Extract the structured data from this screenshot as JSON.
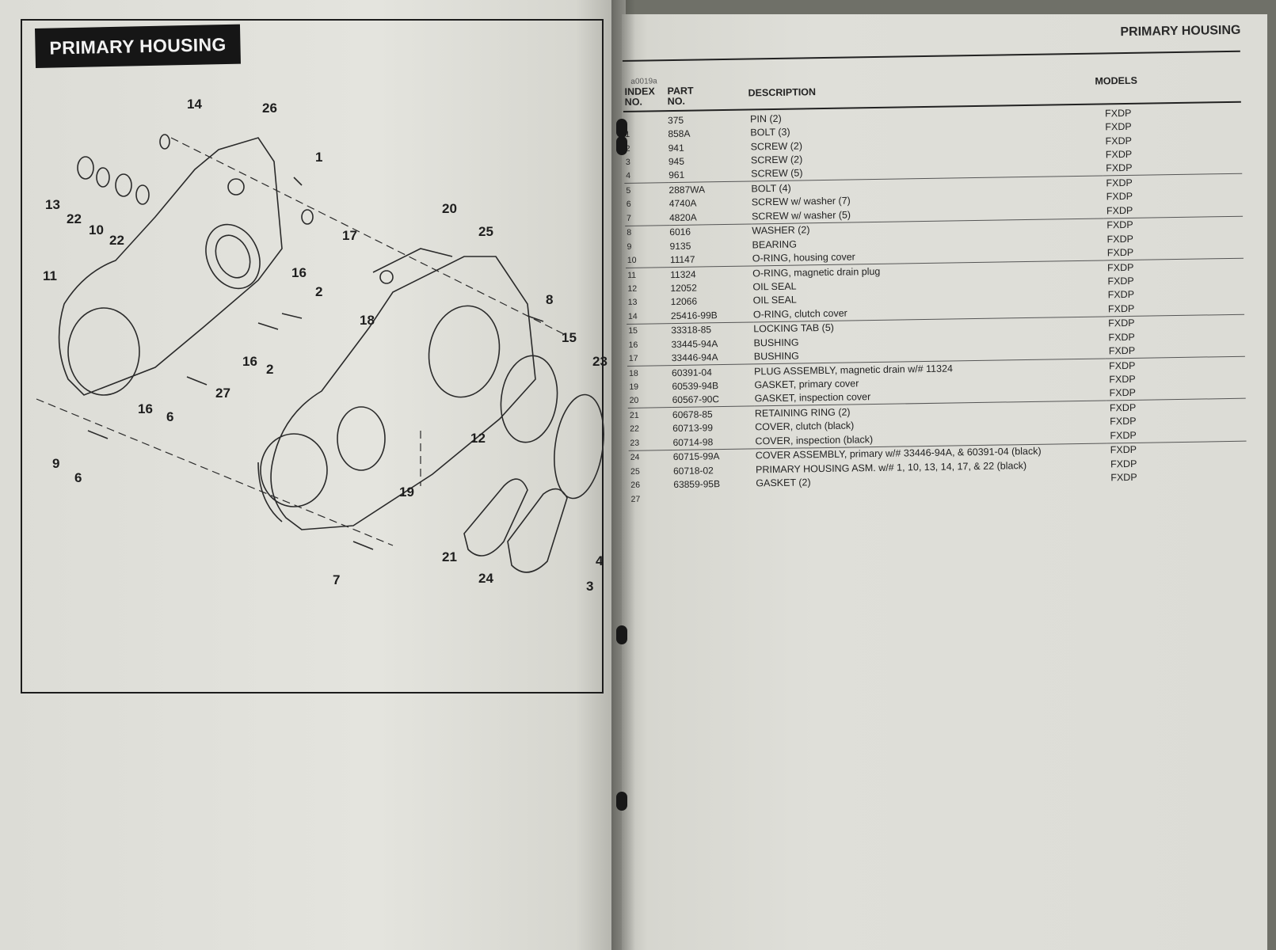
{
  "left_page": {
    "title": "PRIMARY HOUSING",
    "callouts": [
      "14",
      "26",
      "1",
      "13",
      "22",
      "10",
      "22",
      "17",
      "20",
      "25",
      "11",
      "16",
      "2",
      "18",
      "8",
      "16",
      "2",
      "15",
      "27",
      "16",
      "6",
      "12",
      "9",
      "6",
      "19",
      "21",
      "24",
      "7",
      "3",
      "4",
      "23"
    ]
  },
  "right_page": {
    "header": "PRIMARY HOUSING",
    "figure_ref": "a0019a",
    "columns": {
      "index": "INDEX NO.",
      "part": "PART NO.",
      "description": "DESCRIPTION",
      "models": "MODELS"
    },
    "parts": [
      {
        "index": "",
        "part": "375",
        "desc": "PIN (2)",
        "model": "FXDP"
      },
      {
        "index": "1",
        "part": "858A",
        "desc": "BOLT (3)",
        "model": "FXDP"
      },
      {
        "index": "2",
        "part": "941",
        "desc": "SCREW (2)",
        "model": "FXDP"
      },
      {
        "index": "3",
        "part": "945",
        "desc": "SCREW (2)",
        "model": "FXDP"
      },
      {
        "index": "4",
        "part": "961",
        "desc": "SCREW (5)",
        "model": "FXDP"
      },
      {
        "index": "5",
        "part": "2887WA",
        "desc": "BOLT (4)",
        "model": "FXDP"
      },
      {
        "index": "6",
        "part": "4740A",
        "desc": "SCREW w/ washer (7)",
        "model": "FXDP"
      },
      {
        "index": "7",
        "part": "4820A",
        "desc": "SCREW w/ washer (5)",
        "model": "FXDP"
      },
      {
        "index": "8",
        "part": "6016",
        "desc": "WASHER (2)",
        "model": "FXDP"
      },
      {
        "index": "9",
        "part": "9135",
        "desc": "BEARING",
        "model": "FXDP"
      },
      {
        "index": "10",
        "part": "11147",
        "desc": "O-RING, housing cover",
        "model": "FXDP"
      },
      {
        "index": "11",
        "part": "11324",
        "desc": "O-RING, magnetic drain plug",
        "model": "FXDP"
      },
      {
        "index": "12",
        "part": "12052",
        "desc": "OIL SEAL",
        "model": "FXDP"
      },
      {
        "index": "13",
        "part": "12066",
        "desc": "OIL SEAL",
        "model": "FXDP"
      },
      {
        "index": "14",
        "part": "25416-99B",
        "desc": "O-RING, clutch cover",
        "model": "FXDP"
      },
      {
        "index": "15",
        "part": "33318-85",
        "desc": "LOCKING TAB (5)",
        "model": "FXDP"
      },
      {
        "index": "16",
        "part": "33445-94A",
        "desc": "BUSHING",
        "model": "FXDP"
      },
      {
        "index": "17",
        "part": "33446-94A",
        "desc": "BUSHING",
        "model": "FXDP"
      },
      {
        "index": "18",
        "part": "60391-04",
        "desc": "PLUG ASSEMBLY, magnetic drain w/# 11324",
        "model": "FXDP"
      },
      {
        "index": "19",
        "part": "60539-94B",
        "desc": "GASKET, primary cover",
        "model": "FXDP"
      },
      {
        "index": "20",
        "part": "60567-90C",
        "desc": "GASKET, inspection cover",
        "model": "FXDP"
      },
      {
        "index": "21",
        "part": "60678-85",
        "desc": "RETAINING RING (2)",
        "model": "FXDP"
      },
      {
        "index": "22",
        "part": "60713-99",
        "desc": "COVER, clutch (black)",
        "model": "FXDP"
      },
      {
        "index": "23",
        "part": "60714-98",
        "desc": "COVER, inspection (black)",
        "model": "FXDP"
      },
      {
        "index": "24",
        "part": "60715-99A",
        "desc": "COVER ASSEMBLY, primary w/# 33446-94A, & 60391-04 (black)",
        "model": "FXDP"
      },
      {
        "index": "25",
        "part": "60718-02",
        "desc": "PRIMARY HOUSING ASM. w/# 1, 10, 13, 14, 17, & 22 (black)",
        "model": "FXDP"
      },
      {
        "index": "26",
        "part": "63859-95B",
        "desc": "GASKET (2)",
        "model": "FXDP"
      },
      {
        "index": "27",
        "part": "",
        "desc": "",
        "model": ""
      }
    ]
  }
}
